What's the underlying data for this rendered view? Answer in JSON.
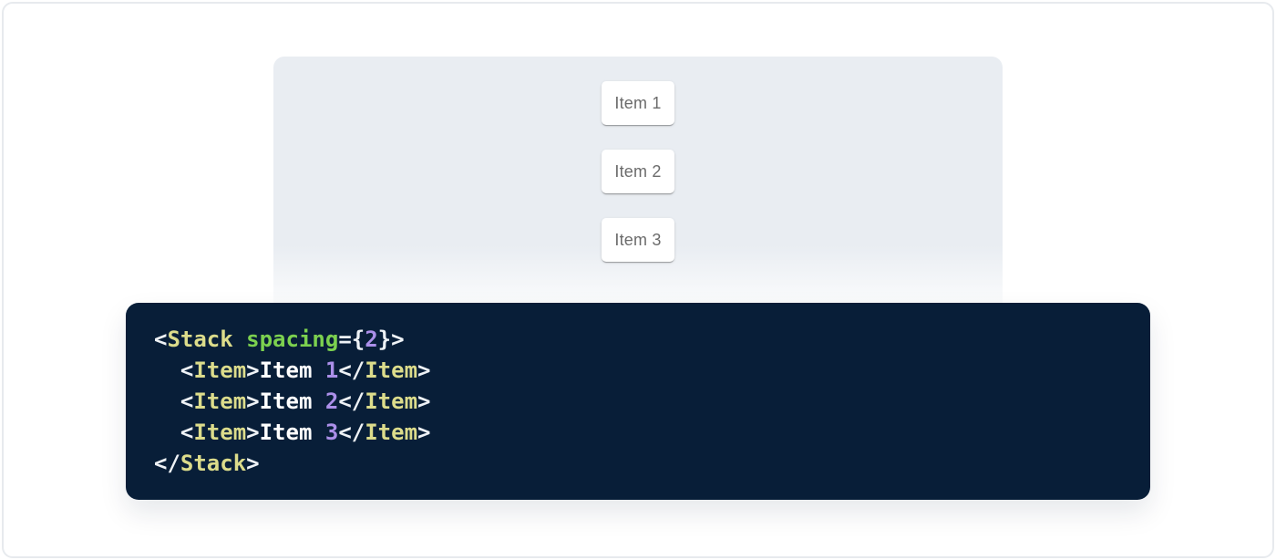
{
  "page": {
    "background": "#FFFFFF",
    "frame_border_color": "#E7EAEE"
  },
  "demo_panel": {
    "background": "#E9EDF2",
    "item_text_color": "#6B6B6B",
    "items": [
      "Item 1",
      "Item 2",
      "Item 3"
    ]
  },
  "code_block": {
    "background": "#081E38",
    "language": "jsx",
    "code_text": "<Stack spacing={2}>\n  <Item>Item 1</Item>\n  <Item>Item 2</Item>\n  <Item>Item 3</Item>\n</Stack>",
    "colors": {
      "plain": "#FFFFFF",
      "punctuation": "#EEF2F6",
      "tag": "#DCDC8B",
      "attr_name": "#7CD14F",
      "number": "#AB8FE9"
    },
    "lines": [
      [
        {
          "t": "<",
          "c": "punctuation"
        },
        {
          "t": "Stack",
          "c": "tag"
        },
        {
          "t": " ",
          "c": "plain"
        },
        {
          "t": "spacing",
          "c": "attr_name"
        },
        {
          "t": "=",
          "c": "punctuation"
        },
        {
          "t": "{",
          "c": "punctuation"
        },
        {
          "t": "2",
          "c": "number"
        },
        {
          "t": "}",
          "c": "punctuation"
        },
        {
          "t": ">",
          "c": "punctuation"
        }
      ],
      [
        {
          "t": "  ",
          "c": "plain"
        },
        {
          "t": "<",
          "c": "punctuation"
        },
        {
          "t": "Item",
          "c": "tag"
        },
        {
          "t": ">",
          "c": "punctuation"
        },
        {
          "t": "Item ",
          "c": "plain"
        },
        {
          "t": "1",
          "c": "number"
        },
        {
          "t": "</",
          "c": "punctuation"
        },
        {
          "t": "Item",
          "c": "tag"
        },
        {
          "t": ">",
          "c": "punctuation"
        }
      ],
      [
        {
          "t": "  ",
          "c": "plain"
        },
        {
          "t": "<",
          "c": "punctuation"
        },
        {
          "t": "Item",
          "c": "tag"
        },
        {
          "t": ">",
          "c": "punctuation"
        },
        {
          "t": "Item ",
          "c": "plain"
        },
        {
          "t": "2",
          "c": "number"
        },
        {
          "t": "</",
          "c": "punctuation"
        },
        {
          "t": "Item",
          "c": "tag"
        },
        {
          "t": ">",
          "c": "punctuation"
        }
      ],
      [
        {
          "t": "  ",
          "c": "plain"
        },
        {
          "t": "<",
          "c": "punctuation"
        },
        {
          "t": "Item",
          "c": "tag"
        },
        {
          "t": ">",
          "c": "punctuation"
        },
        {
          "t": "Item ",
          "c": "plain"
        },
        {
          "t": "3",
          "c": "number"
        },
        {
          "t": "</",
          "c": "punctuation"
        },
        {
          "t": "Item",
          "c": "tag"
        },
        {
          "t": ">",
          "c": "punctuation"
        }
      ],
      [
        {
          "t": "</",
          "c": "punctuation"
        },
        {
          "t": "Stack",
          "c": "tag"
        },
        {
          "t": ">",
          "c": "punctuation"
        }
      ]
    ]
  }
}
